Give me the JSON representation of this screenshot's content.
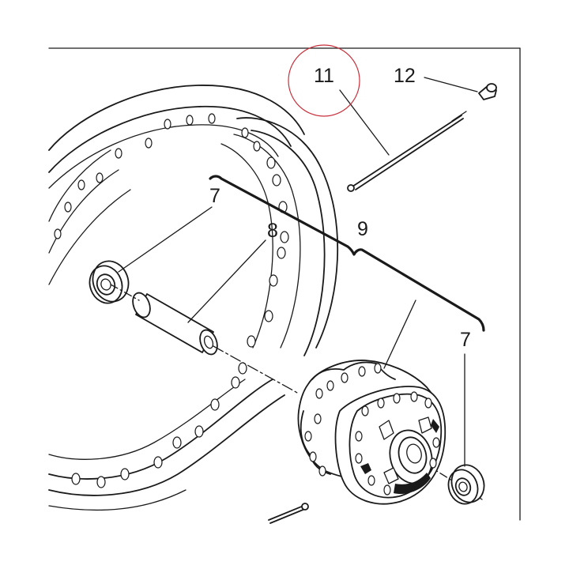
{
  "callouts": [
    {
      "id": "11",
      "text": "11",
      "part": "spoke",
      "highlighted": true
    },
    {
      "id": "12",
      "text": "12",
      "part": "spoke-nipple",
      "highlighted": false
    },
    {
      "id": "7a",
      "text": "7",
      "part": "bearing-left",
      "highlighted": false
    },
    {
      "id": "8",
      "text": "8",
      "part": "spacer-tube",
      "highlighted": false
    },
    {
      "id": "9",
      "text": "9",
      "part": "hub-assembly",
      "highlighted": false
    },
    {
      "id": "7b",
      "text": "7",
      "part": "bearing-right",
      "highlighted": false
    }
  ],
  "colors": {
    "ink": "#1a1a1a",
    "highlight_circle": "#c8303c",
    "background": "#ffffff"
  }
}
